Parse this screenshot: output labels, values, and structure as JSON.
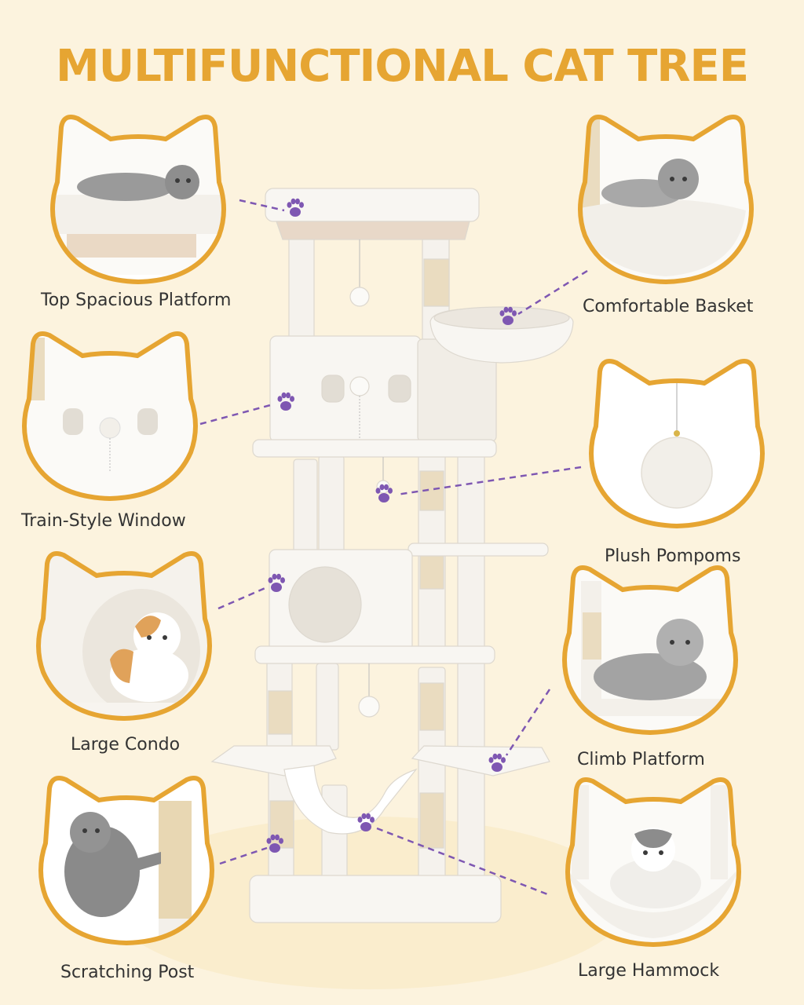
{
  "title": "MULTIFUNCTIONAL CAT TREE",
  "colors": {
    "accent": "#e6a532",
    "background": "#fcf3de",
    "paw": "#7e57b2",
    "tree": "#f5f2ed",
    "sisal": "#eadcc0"
  },
  "features": [
    {
      "label": "Top Spacious Platform",
      "icon": "cat-on-platform-photo"
    },
    {
      "label": "Comfortable Basket",
      "icon": "cat-in-basket-photo"
    },
    {
      "label": "Train-Style Window",
      "icon": "window-photo"
    },
    {
      "label": "Plush Pompoms",
      "icon": "pompom-photo"
    },
    {
      "label": "Large Condo",
      "icon": "cat-in-condo-photo"
    },
    {
      "label": "Climb Platform",
      "icon": "cat-on-platform-photo"
    },
    {
      "label": "Scratching Post",
      "icon": "kitten-scratching-photo"
    },
    {
      "label": "Large Hammock",
      "icon": "cat-in-hammock-photo"
    }
  ]
}
